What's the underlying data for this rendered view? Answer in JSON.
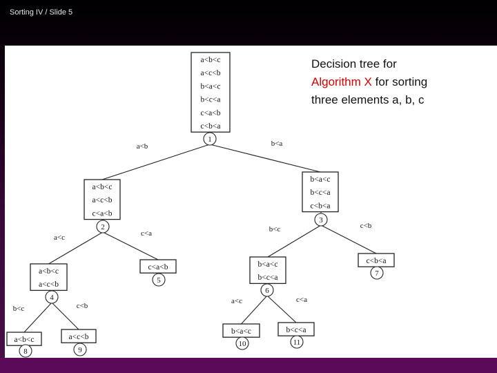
{
  "header": {
    "title": "Sorting IV / Slide 5"
  },
  "caption": {
    "line1": "Decision tree for",
    "highlight": "Algorithm X",
    "line2_rest": " for sorting",
    "line3": "three elements a, b, c"
  },
  "colors": {
    "highlight": "#d40000",
    "background": "#000000",
    "frame": "#5b0a5a"
  },
  "tree": {
    "nodes": [
      {
        "id": "1",
        "orders": [
          "a<b<c",
          "a<c<b",
          "b<a<c",
          "b<c<a",
          "c<a<b",
          "c<b<a"
        ]
      },
      {
        "id": "2",
        "orders": [
          "a<b<c",
          "a<c<b",
          "c<a<b"
        ]
      },
      {
        "id": "3",
        "orders": [
          "b<a<c",
          "b<c<a",
          "c<b<a"
        ]
      },
      {
        "id": "4",
        "orders": [
          "a<b<c",
          "a<c<b"
        ]
      },
      {
        "id": "5",
        "orders": [
          "c<a<b"
        ]
      },
      {
        "id": "6",
        "orders": [
          "b<a<c",
          "b<c<a"
        ]
      },
      {
        "id": "7",
        "orders": [
          "c<b<a"
        ]
      },
      {
        "id": "8",
        "orders": [
          "a<b<c"
        ]
      },
      {
        "id": "9",
        "orders": [
          "a<c<b"
        ]
      },
      {
        "id": "10",
        "orders": [
          "b<a<c"
        ]
      },
      {
        "id": "11",
        "orders": [
          "b<c<a"
        ]
      }
    ],
    "edges": [
      {
        "from": "1",
        "to": "2",
        "label": "a<b"
      },
      {
        "from": "1",
        "to": "3",
        "label": "b<a"
      },
      {
        "from": "2",
        "to": "4",
        "label": "a<c"
      },
      {
        "from": "2",
        "to": "5",
        "label": "c<a"
      },
      {
        "from": "3",
        "to": "6",
        "label": "b<c"
      },
      {
        "from": "3",
        "to": "7",
        "label": "c<b"
      },
      {
        "from": "4",
        "to": "8",
        "label": "b<c"
      },
      {
        "from": "4",
        "to": "9",
        "label": "c<b"
      },
      {
        "from": "6",
        "to": "10",
        "label": "a<c"
      },
      {
        "from": "6",
        "to": "11",
        "label": "c<a"
      }
    ]
  }
}
